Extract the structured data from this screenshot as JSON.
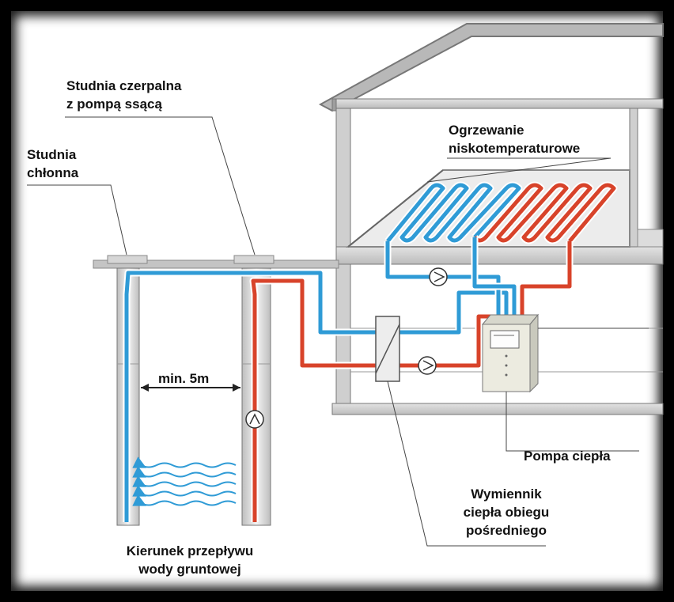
{
  "labels": {
    "studnia_czerpalna_1": "Studnia czerpalna",
    "studnia_czerpalna_2": "z pompą ssącą",
    "studnia_chlonna_1": "Studnia",
    "studnia_chlonna_2": "chłonna",
    "ogrzewanie_1": "Ogrzewanie",
    "ogrzewanie_2": "niskotemperaturowe",
    "distance": "min. 5m",
    "pompa_ciepla": "Pompa ciepła",
    "wymiennik_1": "Wymiennik",
    "wymiennik_2": "ciepła obiegu",
    "wymiennik_3": "pośredniego",
    "kierunek_1": "Kierunek przepływu",
    "kierunek_2": "wody gruntowej"
  },
  "colors": {
    "cold": "#2f9bd6",
    "hot": "#d8432a",
    "structure": "#8a8a8a",
    "ground": "#cfcfcf"
  }
}
